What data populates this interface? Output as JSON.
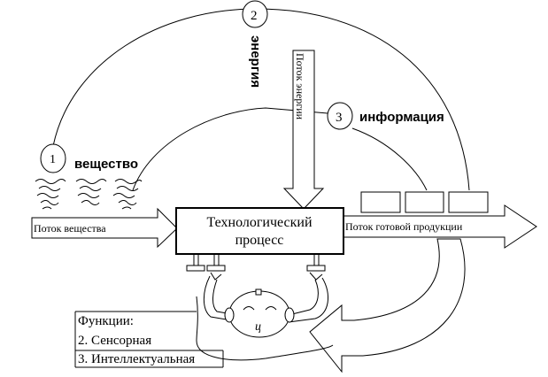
{
  "nodes": {
    "substance": {
      "number": "1",
      "label": "вещество"
    },
    "energy": {
      "number": "2",
      "label": "энергия"
    },
    "information": {
      "number": "3",
      "label": "информация"
    }
  },
  "process": {
    "line1": "Технологический",
    "line2": "процесс"
  },
  "arrows": {
    "input_flow": "Поток вещества",
    "energy_flow": "Поток энергии",
    "output_flow": "Поток готовой продукции"
  },
  "operator_symbol": "ц",
  "functions": {
    "title": "Функции:",
    "items": [
      "2. Сенсорная",
      "3. Интеллектуальная"
    ]
  }
}
